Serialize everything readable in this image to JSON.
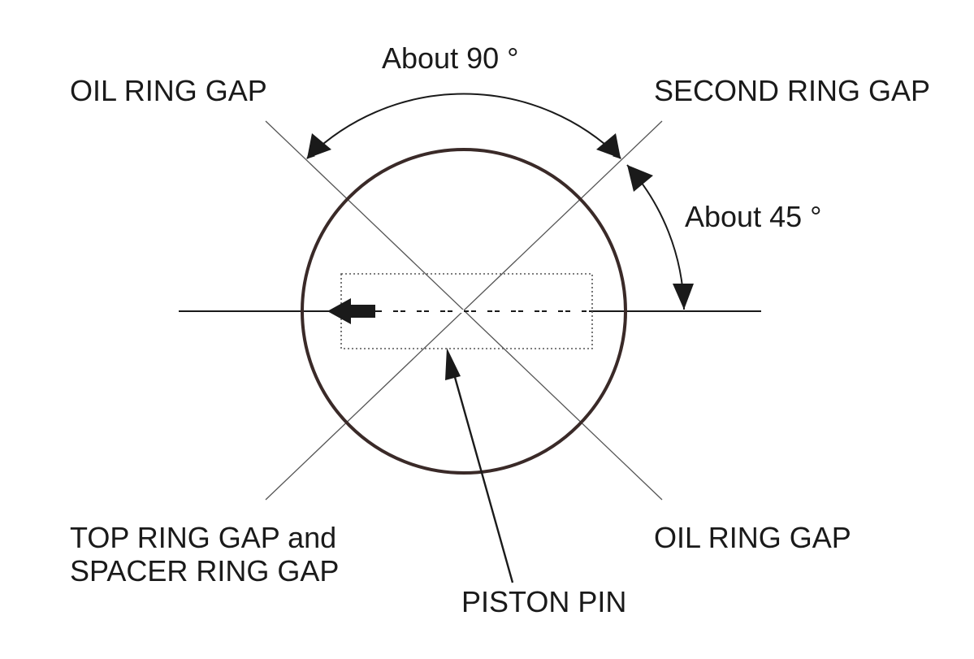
{
  "labels": {
    "angle_90": "About 90 °",
    "angle_45": "About 45 °",
    "oil_ring_gap_top": "OIL RING GAP",
    "second_ring_gap": "SECOND RING GAP",
    "top_ring_gap_line1": "TOP RING GAP and",
    "top_ring_gap_line2": "SPACER RING GAP",
    "oil_ring_gap_bottom": "OIL RING GAP",
    "piston_pin": "PISTON PIN"
  },
  "colors": {
    "circle": "#3a2a28",
    "line": "#1a1a1a",
    "thin_line": "#555555",
    "text": "#1a1a1a"
  }
}
